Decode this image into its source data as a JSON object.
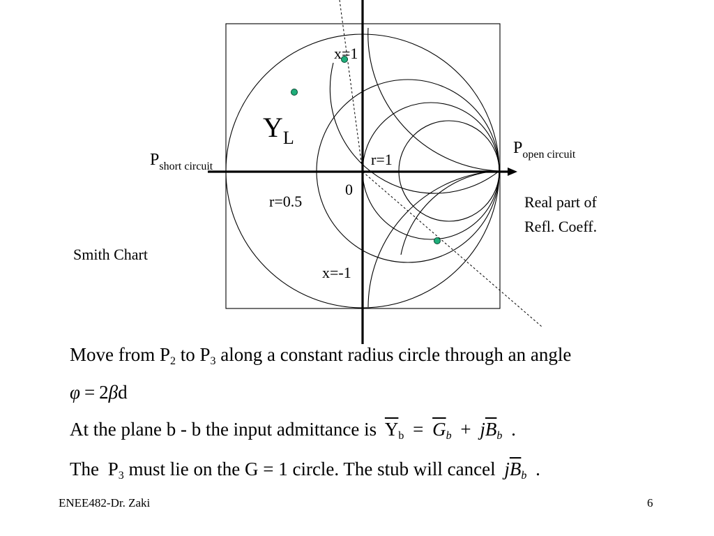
{
  "diagram": {
    "label_x_pos": "x=1",
    "label_x_neg": "x=-1",
    "label_yl_main": "Y",
    "label_yl_sub": "L",
    "label_p_short_main": "P",
    "label_p_short_sub": "short circuit",
    "label_p_open_main": "P",
    "label_p_open_sub": "open circuit",
    "label_r1": "r=1",
    "label_r05": "r=0.5",
    "label_origin": "0",
    "label_real_part_line1": "Real part of",
    "label_real_part_line2": "Refl. Coeff.",
    "label_smith_chart": "Smith Chart",
    "point_color": "#1fae7a"
  },
  "text": {
    "line1_move": "Move from P",
    "line1_sub2": "2",
    "line1_to": "to P",
    "line1_sub3": "3",
    "line1_rest": "along a constant radius circle through an angle",
    "line2_phi": "φ",
    "line2_eq": "=",
    "line2_two": "2",
    "line2_beta": "β",
    "line2_d": "d",
    "line3_prefix": "At the plane b - b the input admittance is",
    "line3_Y": "Y",
    "line3_Ysub": "b",
    "line3_eq": "=",
    "line3_G": "G",
    "line3_Gsub": "b",
    "line3_plus": "+",
    "line3_j": "j",
    "line3_B": "B",
    "line3_Bsub": "b",
    "line3_dot": ".",
    "line4_the": "The",
    "line4_P": "P",
    "line4_Psub": "3",
    "line4_mid": "must lie on the G = 1 circle. The stub will cancel",
    "line4_j": "j",
    "line4_B": "B",
    "line4_Bsub": "b",
    "line4_dot": "."
  },
  "footer": {
    "left": "ENEE482-Dr. Zaki",
    "page_number": "6"
  }
}
